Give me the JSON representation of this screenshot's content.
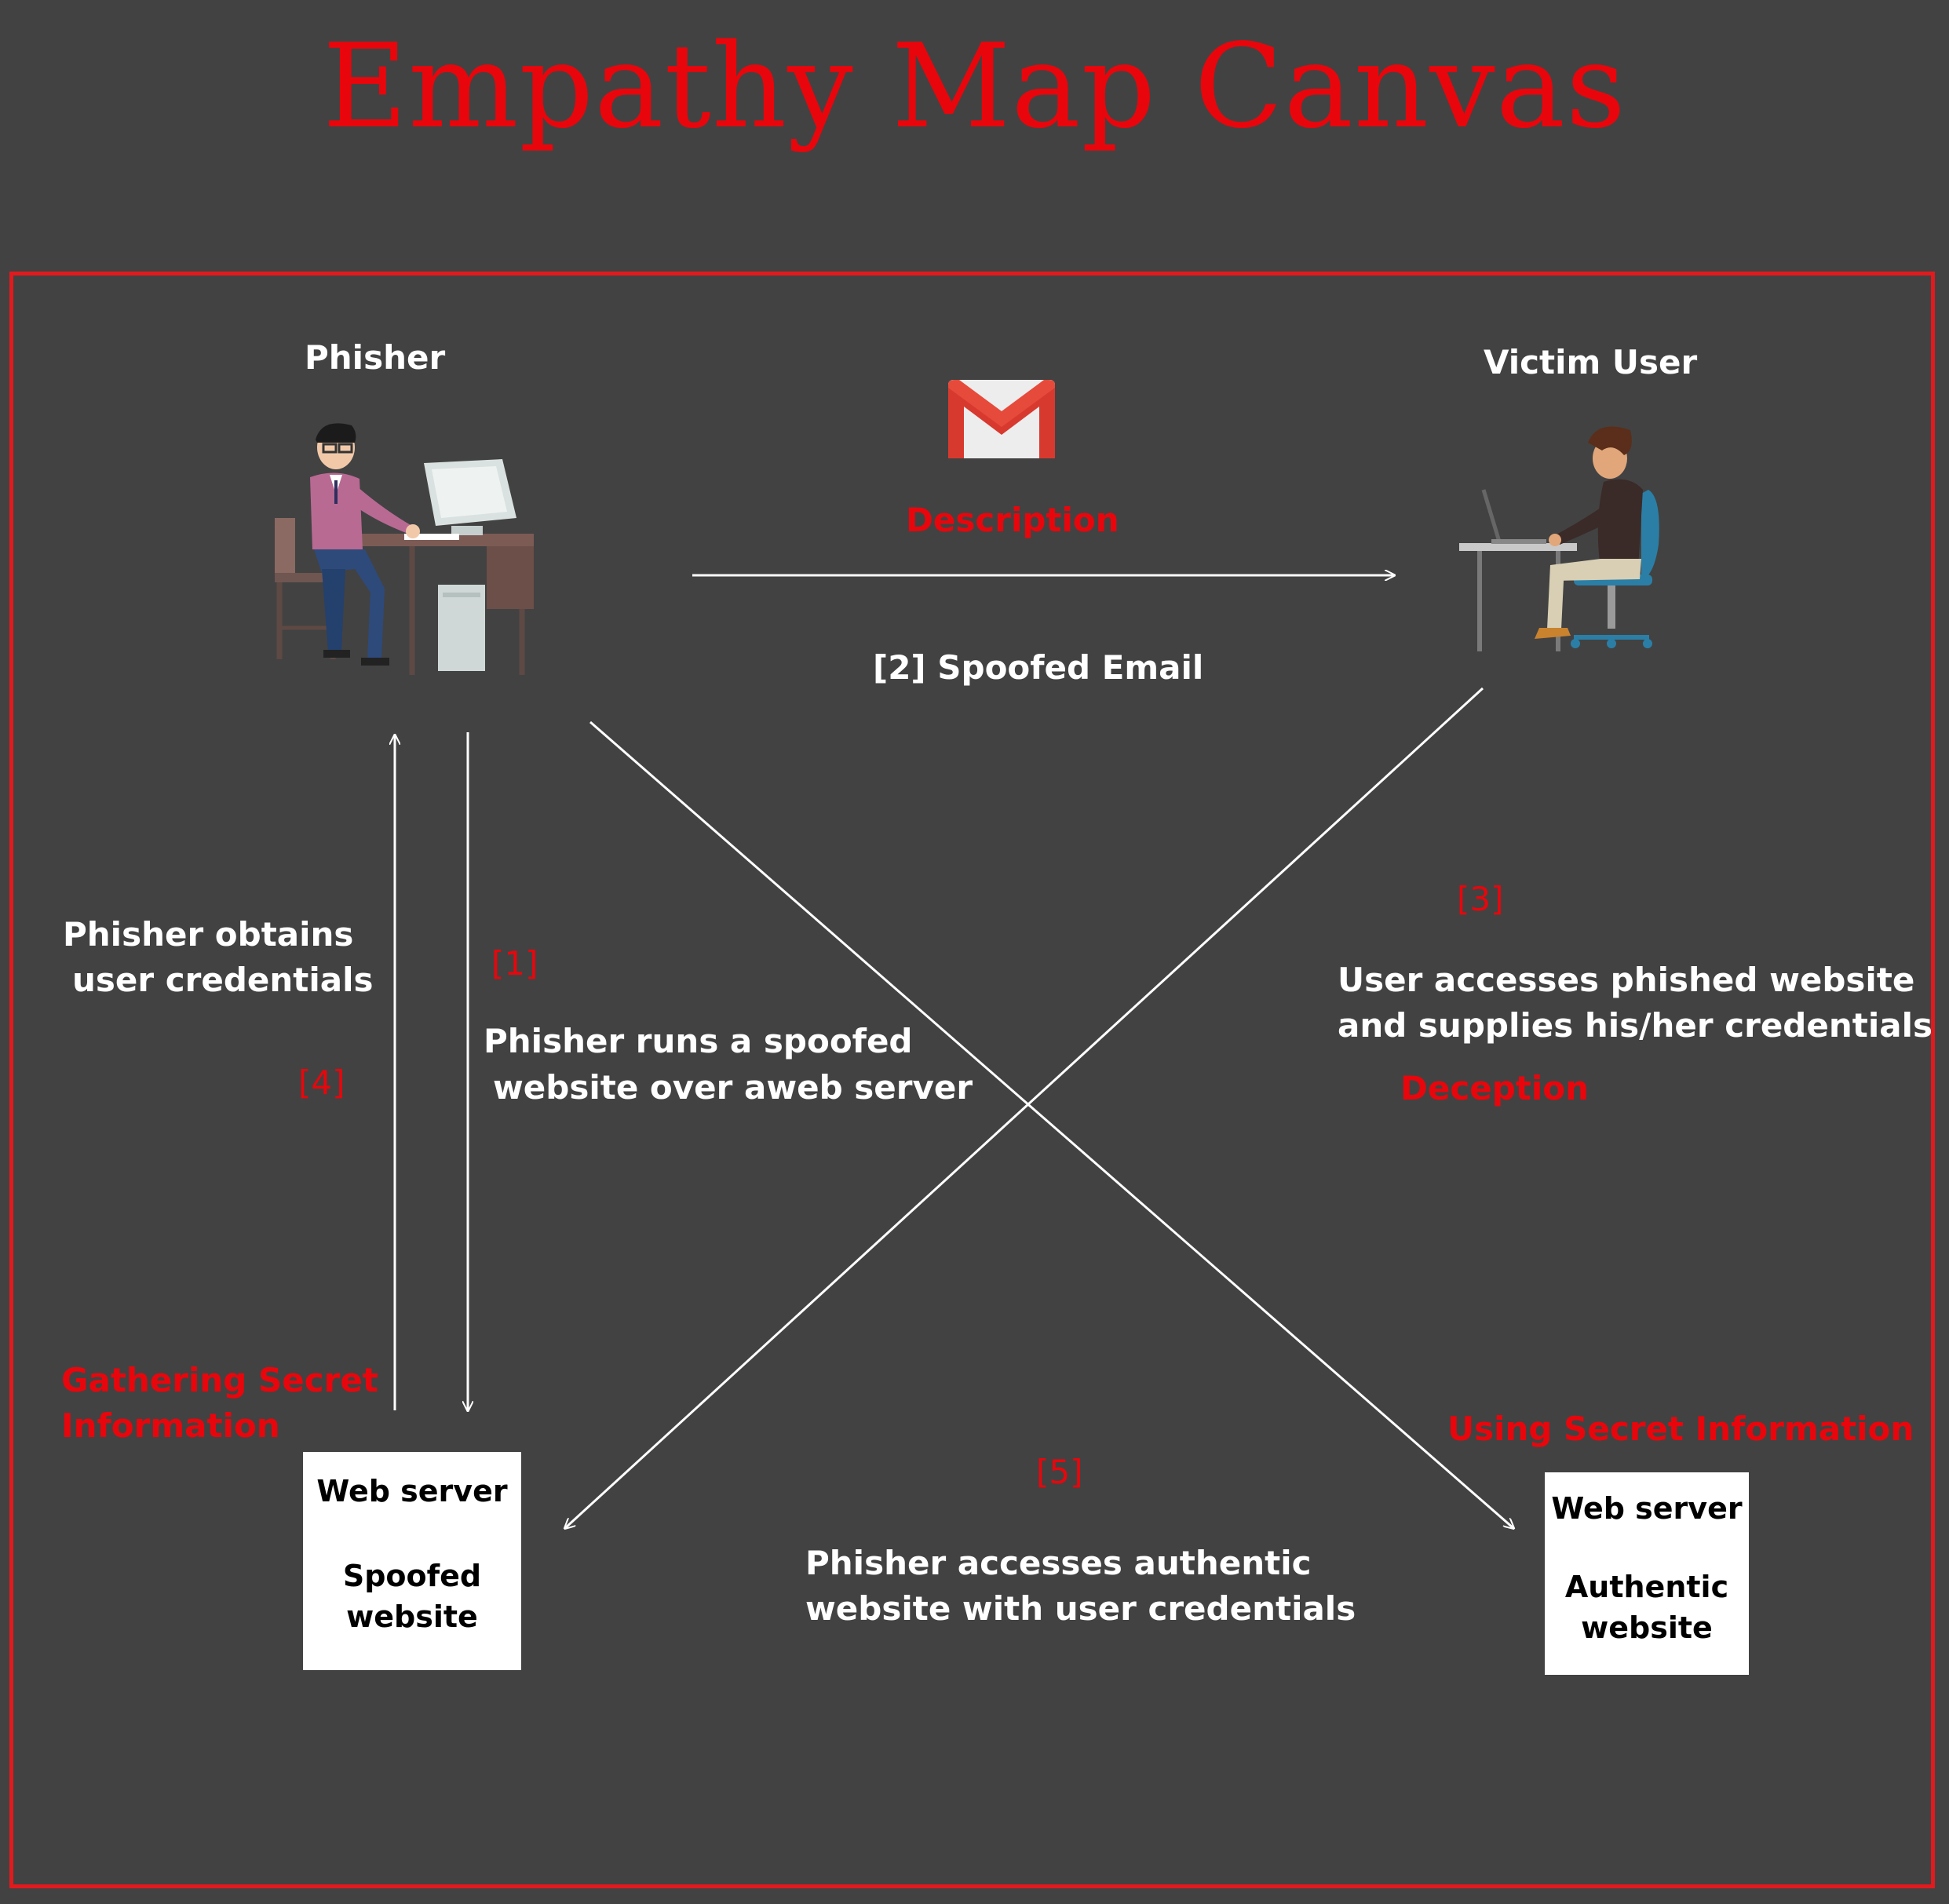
{
  "title": "Empathy Map Canvas",
  "actors": {
    "phisher": "Phisher",
    "victim": "Victim User"
  },
  "labels": {
    "description": "Description",
    "deception": "Deception",
    "gathering": [
      "Gathering Secret",
      "Information"
    ],
    "using": "Using Secret Information"
  },
  "steps": {
    "s1": {
      "num": "[1]",
      "text": [
        "Phisher runs a spoofed",
        "website over aweb server"
      ]
    },
    "s2": {
      "num": "[2]",
      "text": "Spoofed Email"
    },
    "s3": {
      "num": "[3]",
      "text": [
        "User accesses phished website",
        "and supplies his/her credentials"
      ]
    },
    "s4": {
      "num": "[4]",
      "text": [
        "Phisher obtains",
        "user credentials"
      ]
    },
    "s5": {
      "num": "[5]",
      "text": [
        "Phisher accesses authentic",
        "website with user credentials"
      ]
    }
  },
  "boxes": {
    "spoofed": {
      "line1": "Web server",
      "line2": "Spoofed",
      "line3": "website"
    },
    "authentic": {
      "line1": "Web server",
      "line2": "Authentic",
      "line3": "website"
    }
  },
  "icons": [
    "email-icon",
    "phisher-illustration",
    "victim-illustration"
  ],
  "colors": {
    "accent": "#e8060c",
    "background": "#424242",
    "text": "#ffffff"
  }
}
